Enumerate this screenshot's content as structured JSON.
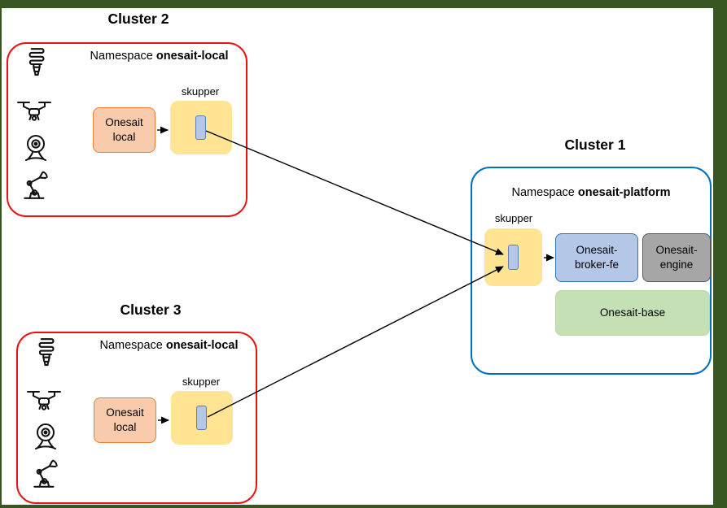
{
  "page": {
    "background_color": "#375623",
    "canvas_color": "#ffffff"
  },
  "clusters": {
    "cluster2": {
      "title": "Cluster 2",
      "namespace_label": "Namespace",
      "namespace_name": "onesait-local",
      "app_label": "Onesait\nlocal",
      "skupper_label": "skupper",
      "border_color": "#ee1111",
      "icons": [
        "cfl-bulb-icon",
        "drone-icon",
        "webcam-icon",
        "robot-arm-icon"
      ]
    },
    "cluster3": {
      "title": "Cluster 3",
      "namespace_label": "Namespace",
      "namespace_name": "onesait-local",
      "app_label": "Onesait\nlocal",
      "skupper_label": "skupper",
      "border_color": "#ee1111",
      "icons": [
        "cfl-bulb-icon",
        "drone-icon",
        "webcam-icon",
        "robot-arm-icon"
      ]
    },
    "cluster1": {
      "title": "Cluster 1",
      "namespace_label": "Namespace",
      "namespace_name": "onesait-platform",
      "skupper_label": "skupper",
      "border_color": "#0070c0",
      "nodes": {
        "broker": {
          "label": "Onesait-\nbroker-fe",
          "fill": "#b4c7e7"
        },
        "engine": {
          "label": "Onesait-\nengine",
          "fill": "#a6a6a6"
        },
        "base": {
          "label": "Onesait-base",
          "fill": "#c5e0b4"
        }
      }
    }
  },
  "colors": {
    "skupper_fill": "#ffe493",
    "pod_fill": "#b4c7e7",
    "pod_border": "#5b7fb5",
    "app_fill": "#f8cbad",
    "app_border": "#ed7d31",
    "connector": "#000000"
  }
}
